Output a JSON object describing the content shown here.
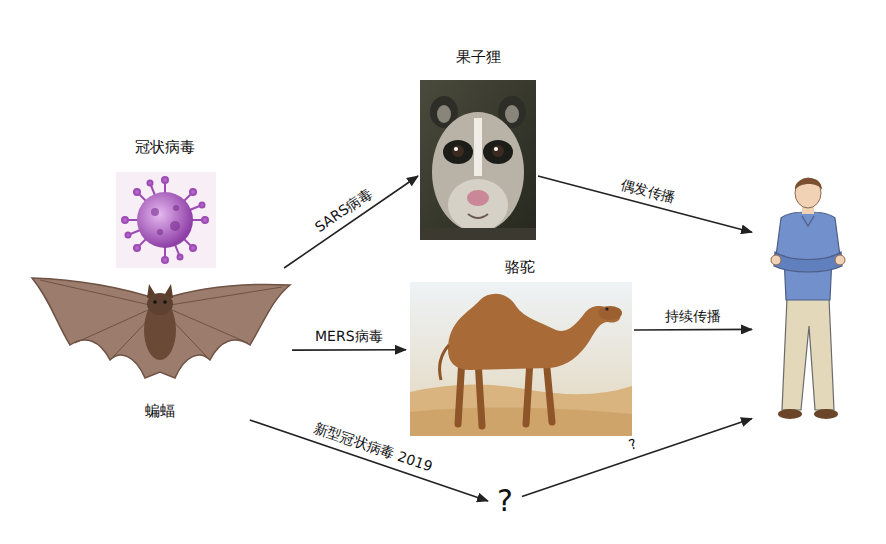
{
  "diagram": {
    "nodes": [
      {
        "text": [
          "冠状病毒"
        ]
      },
      {
        "text": [
          "果子狸"
        ]
      },
      {
        "text": [
          "蝙蝠"
        ]
      },
      {
        "text": [
          "骆驼"
        ]
      },
      {
        "text": []
      },
      {
        "text": [
          "?"
        ]
      }
    ],
    "edges": [
      {
        "from": 2,
        "to": 1,
        "label": "SARS病毒",
        "arrow": "to"
      },
      {
        "from": 1,
        "to": 4,
        "label": "偶发传播",
        "arrow": "to"
      },
      {
        "from": 2,
        "to": 3,
        "label": "MERS病毒",
        "arrow": "to"
      },
      {
        "from": 3,
        "to": 4,
        "label": "持续传播",
        "arrow": "to"
      },
      {
        "from": 2,
        "to": 5,
        "label": "新型冠状病毒 2019",
        "arrow": "to"
      },
      {
        "from": 5,
        "to": 4,
        "label": "?",
        "arrow": "to"
      }
    ]
  }
}
